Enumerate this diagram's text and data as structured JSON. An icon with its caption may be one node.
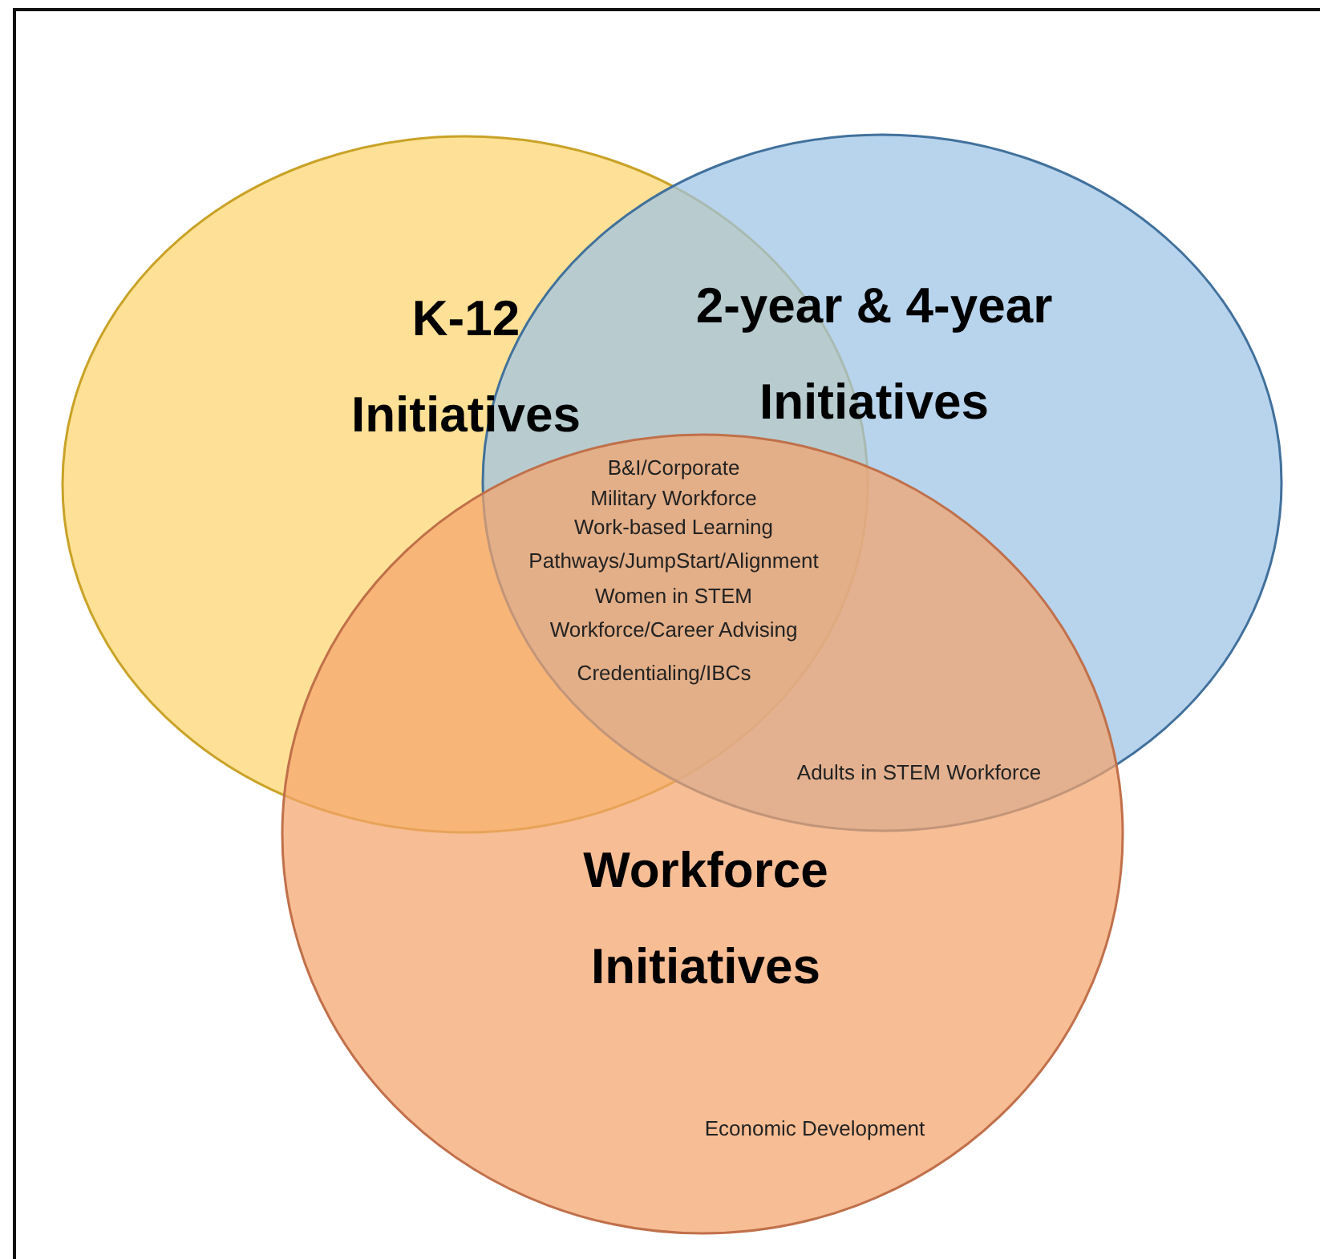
{
  "diagram": {
    "nodes": [
      {
        "text": [
          "K-12 Initiatives"
        ]
      },
      {
        "text": [
          "2-year & 4-year Initiatives"
        ]
      },
      {
        "text": [
          "Workforce Initiatives"
        ]
      }
    ],
    "labels": [
      "B&I/Corporate",
      "Military Workforce",
      "Work-based Learning",
      "Pathways/JumpStart/Alignment",
      "Women in STEM",
      "Workforce/Career Advising",
      "Credentialing/IBCs",
      "Adults in STEM Workforce",
      "Economic Development"
    ]
  }
}
